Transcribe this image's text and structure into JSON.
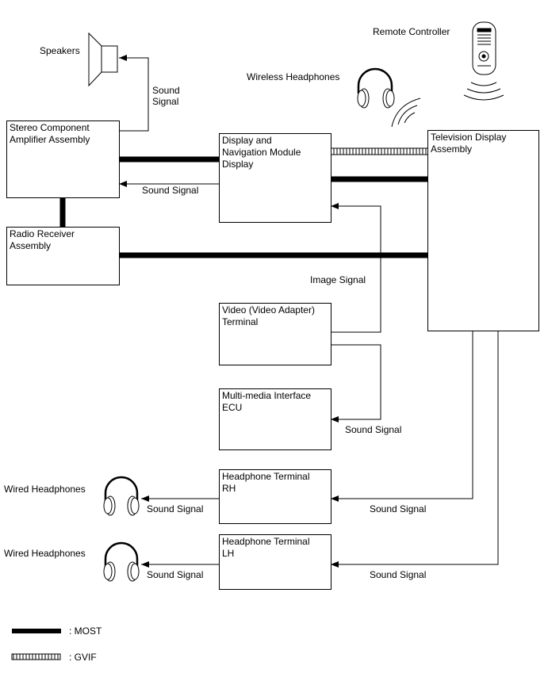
{
  "components": {
    "stereo_amp": "Stereo Component\nAmplifier Assembly",
    "display_nav": "Display and\nNavigation Module\nDisplay",
    "tv_display": "Television Display\nAssembly",
    "radio_receiver": "Radio Receiver\nAssembly",
    "video_terminal": "Video (Video Adapter)\nTerminal",
    "multimedia_ecu": "Multi-media Interface\nECU",
    "headphone_rh": "Headphone Terminal\nRH",
    "headphone_lh": "Headphone Terminal\nLH"
  },
  "devices": {
    "speakers": "Speakers",
    "remote": "Remote Controller",
    "wireless_headphones": "Wireless Headphones",
    "wired_headphones_1": "Wired Headphones",
    "wired_headphones_2": "Wired Headphones"
  },
  "signals": {
    "speaker_sound": "Sound\nSignal",
    "amp_sound": "Sound Signal",
    "image": "Image Signal",
    "ecu_sound": "Sound Signal",
    "rh_in_sound": "Sound Signal",
    "lh_in_sound": "Sound Signal",
    "rh_out_sound": "Sound Signal",
    "lh_out_sound": "Sound Signal"
  },
  "legend": {
    "most": ": MOST",
    "gvif": ": GVIF"
  },
  "icons": [
    "speaker-icon",
    "remote-control-icon",
    "headphones-icon",
    "wireless-waves-icon"
  ]
}
